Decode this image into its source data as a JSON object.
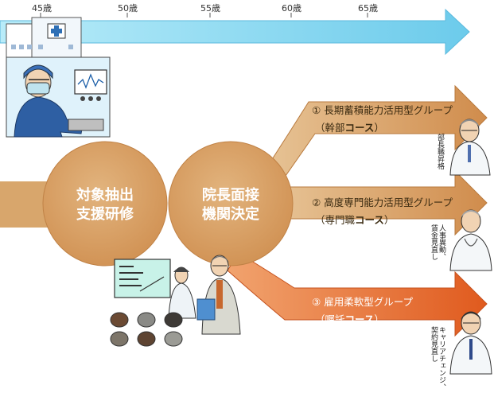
{
  "timeline": {
    "ages": [
      "45歳",
      "50歳",
      "55歳",
      "60歳",
      "65歳"
    ]
  },
  "stages": {
    "first": [
      "対象抽出",
      "支援研修"
    ],
    "second": [
      "院長面接",
      "機関決定"
    ]
  },
  "routes": [
    {
      "number": "①",
      "name": "長期蓄積能力活用型グループ",
      "course_open": "（幹部",
      "course_bold": "コース",
      "course_close": "）",
      "note": [
        "部長職昇格"
      ]
    },
    {
      "number": "②",
      "name": "高度専門能力活用型グループ",
      "course_open": "（専門職",
      "course_bold": "コース",
      "course_close": "）",
      "note": [
        "人事異動、",
        "賃金見直し"
      ]
    },
    {
      "number": "③",
      "name": "雇用柔軟型グループ",
      "course_open": "（嘱託",
      "course_bold": "コース",
      "course_close": "）",
      "note": [
        "キャリアチェンジ、",
        "契約見直し"
      ]
    }
  ],
  "colors": {
    "timeline_blue": "#7ed6ef",
    "route_tan": "#d7a267",
    "route_orange": "#e06a2c",
    "circle_tan": "#d69c5f"
  }
}
